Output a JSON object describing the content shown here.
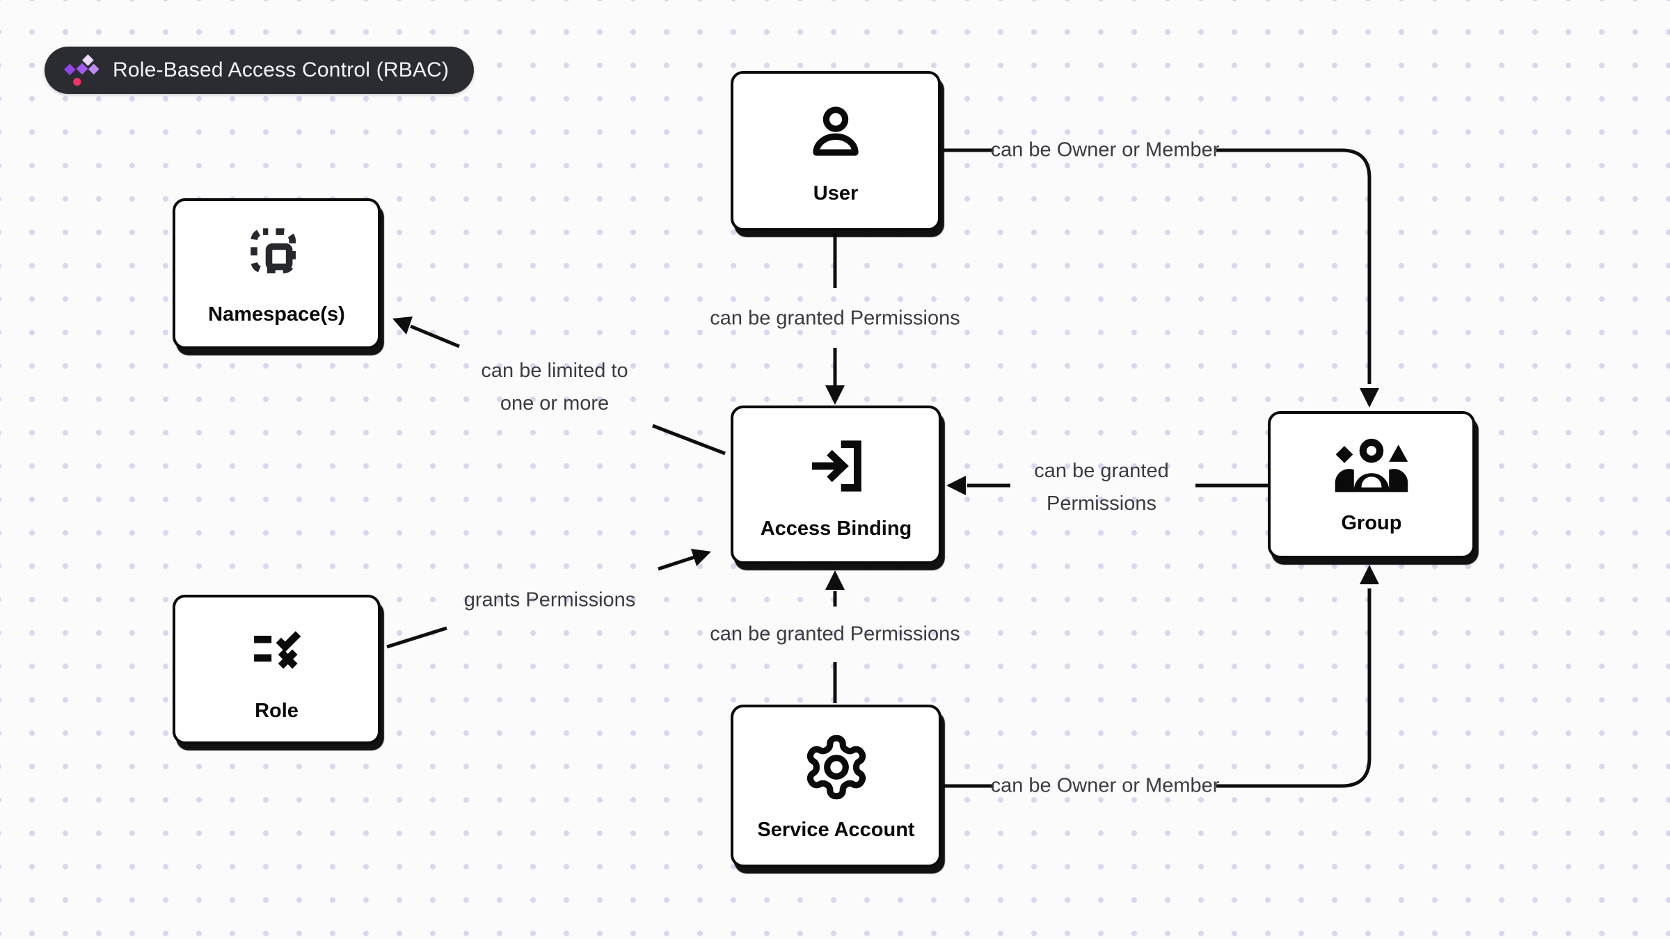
{
  "badge": {
    "title": "Role-Based Access Control (RBAC)"
  },
  "nodes": {
    "user": {
      "label": "User",
      "icon": "user-icon"
    },
    "namespace": {
      "label": "Namespace(s)",
      "icon": "namespace-dashed-square-icon"
    },
    "access_binding": {
      "label": "Access Binding",
      "icon": "login-arrow-icon"
    },
    "group": {
      "label": "Group",
      "icon": "group-people-icon"
    },
    "role": {
      "label": "Role",
      "icon": "rules-check-x-icon"
    },
    "service_account": {
      "label": "Service Account",
      "icon": "gear-icon"
    }
  },
  "edges": {
    "user_to_group": {
      "label": "can be Owner or Member"
    },
    "user_to_access_binding": {
      "label": "can be granted Permissions"
    },
    "group_to_access_binding": {
      "label_line1": "can be granted",
      "label_line2": "Permissions"
    },
    "service_to_access_binding": {
      "label": "can be granted Permissions"
    },
    "service_to_group": {
      "label": "can be Owner or Member"
    },
    "binding_to_namespace": {
      "label_line1": "can be limited to",
      "label_line2": "one or more"
    },
    "role_to_access_binding": {
      "label": "grants Permissions"
    }
  },
  "colors": {
    "background": "#fbfbfc",
    "grid_dot": "#d9d6ef",
    "line": "#0e0e0e",
    "node_border": "#0b0b0b",
    "node_fill": "#ffffff",
    "edge_label_text": "#3a3a40",
    "pill_background": "#2a2c32",
    "pill_text": "#f4f4f6",
    "logo_diamond_top": "#e9ddfb",
    "logo_diamond_left": "#8f45e8",
    "logo_diamond_mid": "#a658f3",
    "logo_diamond_right": "#c18af8",
    "logo_dot": "#f23563"
  }
}
